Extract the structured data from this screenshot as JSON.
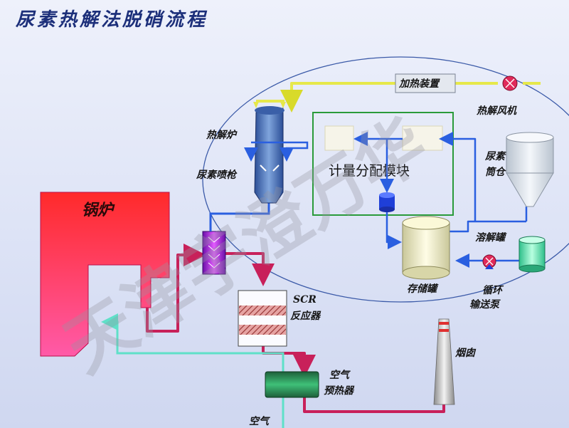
{
  "title": "尿素热解法脱硝流程",
  "labels": {
    "heating_device": "加热装置",
    "pyrolysis_fan": "热解风机",
    "pyrolysis_furnace": "热解炉",
    "urea_lance": "尿素喷枪",
    "metering_module": "计量分配模块",
    "urea_silo_1": "尿素",
    "urea_silo_2": "筒仓",
    "boiler": "锅炉",
    "dissolving_tank": "溶解罐",
    "storage_tank": "存储罐",
    "pump_1": "循环",
    "pump_2": "输送泵",
    "scr_1": "SCR",
    "scr_2": "反应器",
    "chimney": "烟囱",
    "air_preheater_1": "空气",
    "air_preheater_2": "预热器",
    "air": "空气"
  },
  "watermark": "天津宇澄万华",
  "colors": {
    "title": "#1c2f7a",
    "hot_air": "#e6e84a",
    "urea_solution": "#2a5fe0",
    "flue_gas": "#c8205a",
    "air_line": "#5fe0c8",
    "boiler": "#ff3e78",
    "metering_box": "#2a9a3a"
  }
}
